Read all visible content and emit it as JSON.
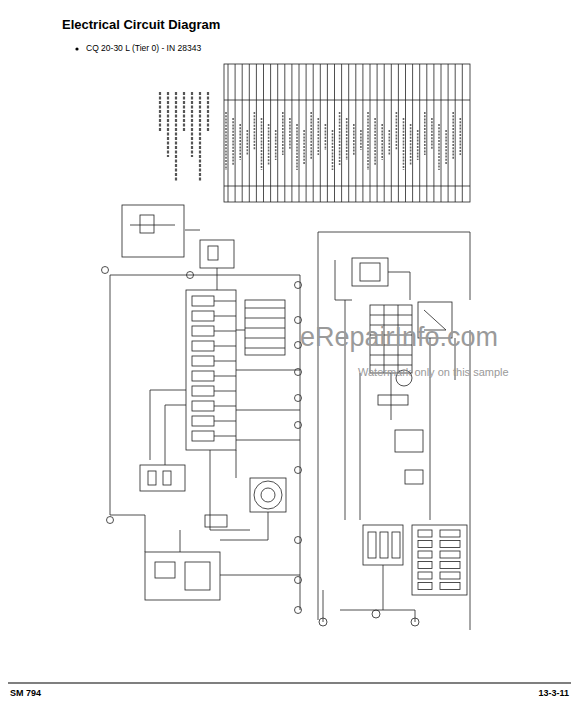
{
  "diagram": {
    "title": "Electrical Circuit Diagram",
    "labels": [
      "CQ 20-30 L (Tier 0) - IN 28343",
      "SM 794",
      "13-3-11",
      "eRepairInfo.com",
      "Watermark only on this sample"
    ]
  }
}
